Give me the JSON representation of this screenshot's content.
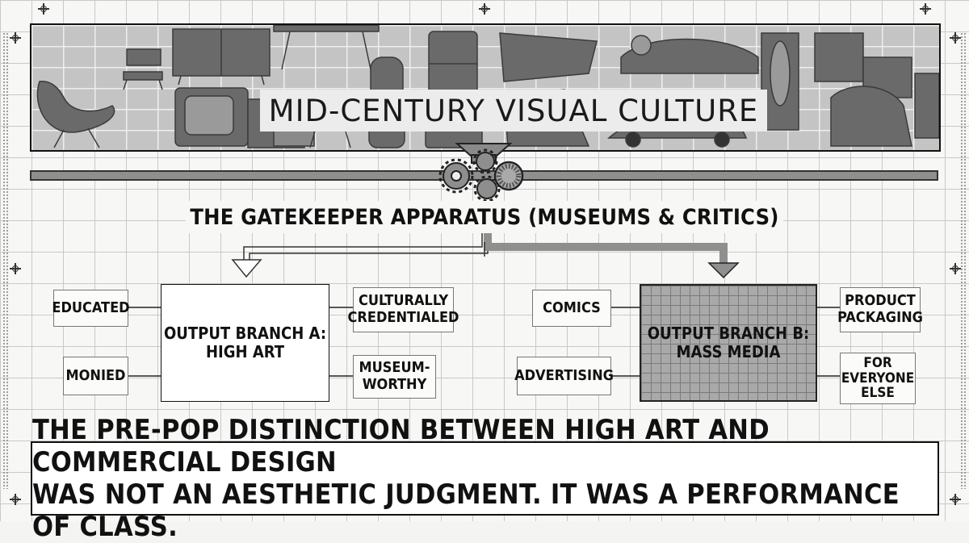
{
  "banner": {
    "title": "MID-CENTURY VISUAL CULTURE"
  },
  "gatekeeper": {
    "title": "THE GATEKEEPER APPARATUS (MUSEUMS & CRITICS)"
  },
  "branch_a": {
    "core": [
      "OUTPUT BRANCH A:",
      "HIGH ART"
    ],
    "left": [
      "EDUCATED",
      "MONIED"
    ],
    "right": [
      [
        "CULTURALLY",
        "CREDENTIALED"
      ],
      [
        "MUSEUM-",
        "WORTHY"
      ]
    ]
  },
  "branch_b": {
    "core": [
      "OUTPUT BRANCH B:",
      "MASS MEDIA"
    ],
    "left": [
      "COMICS",
      "ADVERTISING"
    ],
    "right": [
      [
        "PRODUCT",
        "PACKAGING"
      ],
      [
        "FOR",
        "EVERYONE",
        "ELSE"
      ]
    ]
  },
  "statement": {
    "line1": "THE PRE-POP DISTINCTION BETWEEN HIGH ART AND COMMERCIAL DESIGN",
    "line2": "WAS NOT AN AESTHETIC JUDGMENT. IT WAS A PERFORMANCE OF CLASS."
  },
  "colors": {
    "ink": "#111111",
    "grid": "#c9c9c9",
    "banner_fill": "#c4c4c4",
    "pipe": "#8f8f8f",
    "mass_media_fill": "#a9a9a9"
  }
}
